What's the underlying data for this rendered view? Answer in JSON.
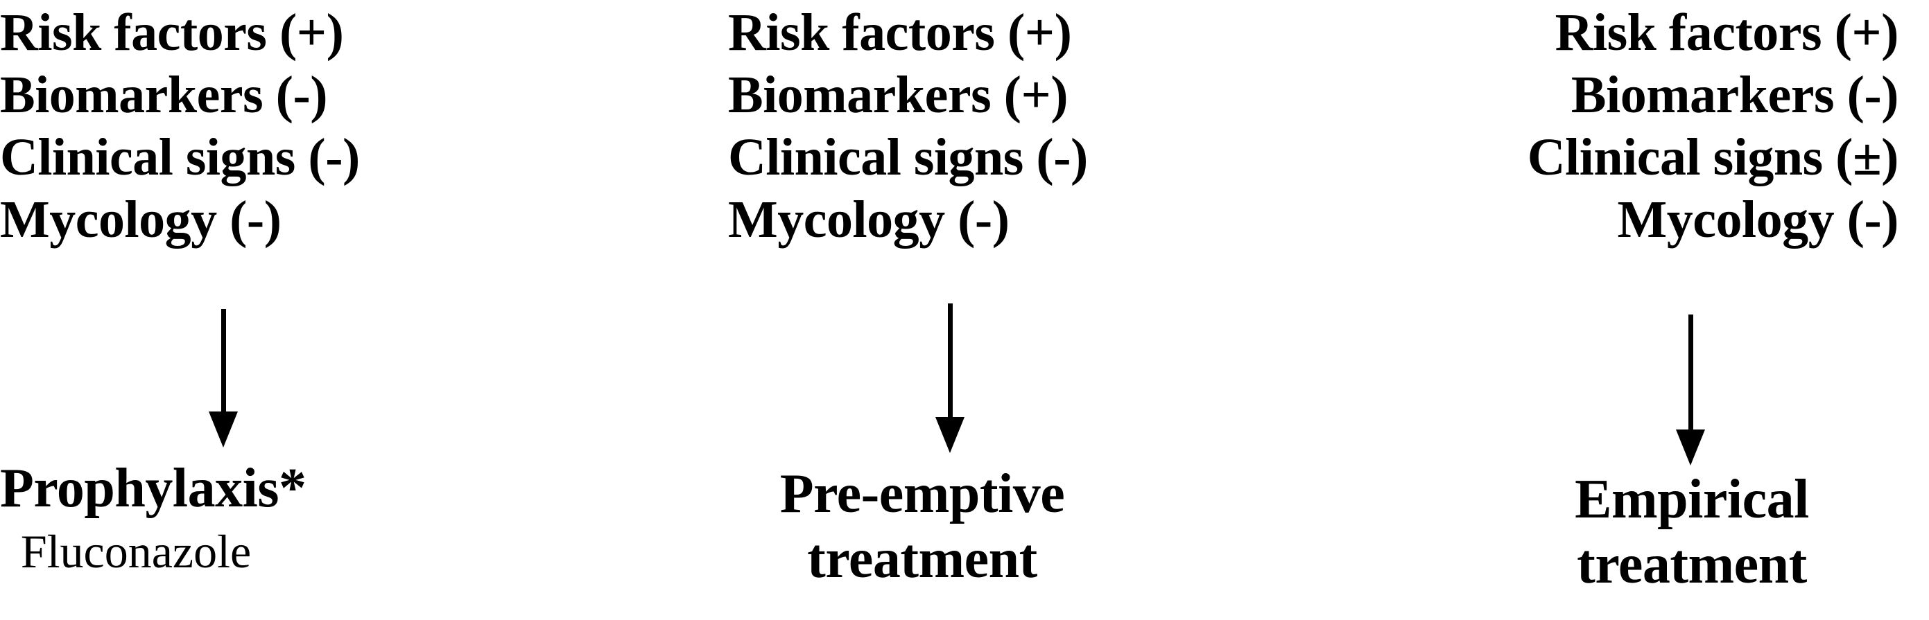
{
  "figure": {
    "background_color": "#ffffff",
    "text_color": "#000000",
    "arrow_color": "#000000"
  },
  "columns": [
    {
      "id": "prophylaxis",
      "criteria": [
        "Risk factors (+)",
        "Biomarkers (-)",
        "Clinical signs (-)",
        "Mycology (-)"
      ],
      "arrow": "down-arrow-icon",
      "outcome_primary": "Prophylaxis*",
      "outcome_secondary": "Fluconazole"
    },
    {
      "id": "pre-emptive",
      "criteria": [
        "Risk factors (+)",
        "Biomarkers (+)",
        "Clinical signs (-)",
        "Mycology (-)"
      ],
      "arrow": "down-arrow-icon",
      "outcome_primary": "Pre-emptive",
      "outcome_secondary": "treatment"
    },
    {
      "id": "empirical",
      "criteria": [
        "Risk factors (+)",
        "Biomarkers (-)",
        "Clinical signs (±)",
        "Mycology (-)"
      ],
      "arrow": "down-arrow-icon",
      "outcome_primary": "Empirical",
      "outcome_secondary": "treatment"
    }
  ]
}
